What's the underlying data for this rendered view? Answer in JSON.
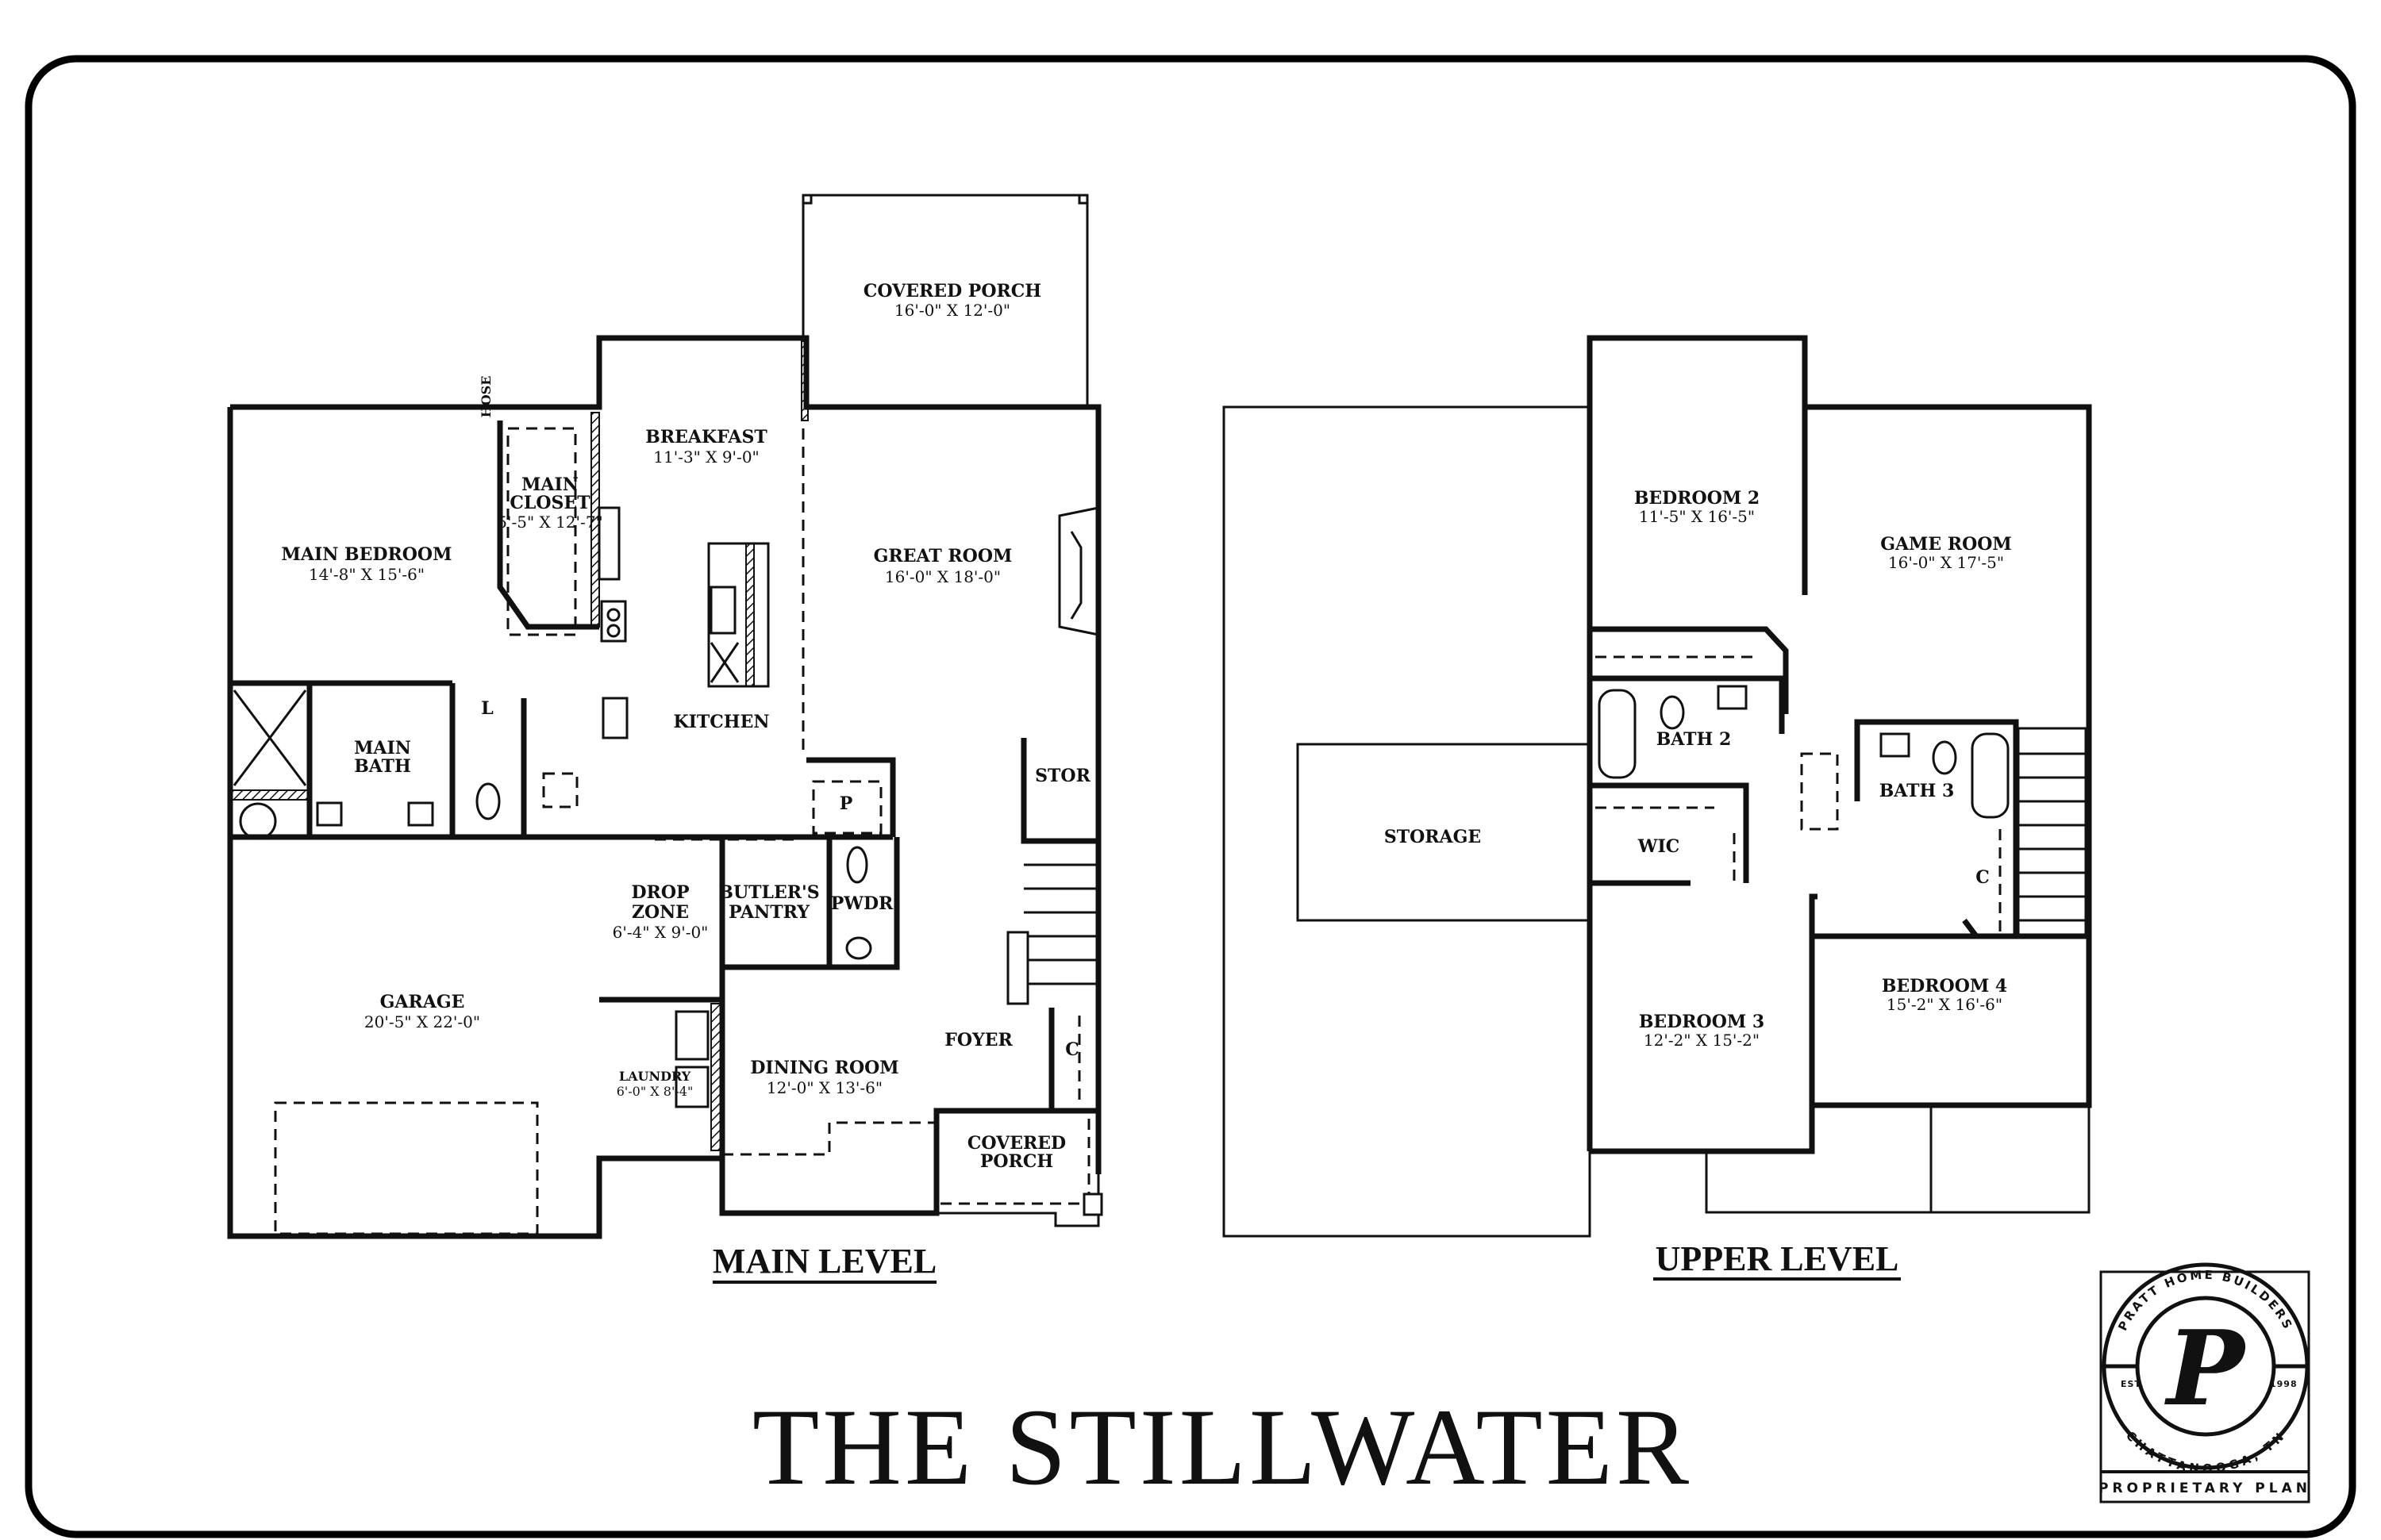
{
  "title": "THE STILLWATER",
  "main_level": {
    "label": "MAIN LEVEL",
    "rooms": {
      "covered_porch_rear": {
        "name": "COVERED PORCH",
        "dims": "16'-0\" X 12'-0\""
      },
      "breakfast": {
        "name": "BREAKFAST",
        "dims": "11'-3\" X 9'-0\""
      },
      "main_closet": {
        "name1": "MAIN",
        "name2": "CLOSET",
        "dims": "5'-5\" X 12'-7\""
      },
      "main_bedroom": {
        "name": "MAIN BEDROOM",
        "dims": "14'-8\" X 15'-6\""
      },
      "great_room": {
        "name": "GREAT ROOM",
        "dims": "16'-0\" X 18'-0\""
      },
      "kitchen": {
        "name": "KITCHEN"
      },
      "main_bath": {
        "name1": "MAIN",
        "name2": "BATH"
      },
      "stor": {
        "name": "STOR"
      },
      "pantry": {
        "name": "P"
      },
      "drop_zone": {
        "name1": "DROP",
        "name2": "ZONE",
        "dims": "6'-4\" X 9'-0\""
      },
      "butlers_pantry": {
        "name1": "BUTLER'S",
        "name2": "PANTRY"
      },
      "powder": {
        "name": "PWDR"
      },
      "garage": {
        "name": "GARAGE",
        "dims": "20'-5\" X 22'-0\""
      },
      "foyer": {
        "name": "FOYER"
      },
      "coat_closet": {
        "name": "C"
      },
      "laundry": {
        "name": "LAUNDRY",
        "dims": "6'-0\" X 8'-4\""
      },
      "dining_room": {
        "name": "DINING ROOM",
        "dims": "12'-0\" X 13'-6\""
      },
      "covered_porch_front": {
        "name1": "COVERED",
        "name2": "PORCH"
      },
      "closet_lt": {
        "name": "L"
      },
      "hose": {
        "name": "HOSE"
      }
    }
  },
  "upper_level": {
    "label": "UPPER LEVEL",
    "rooms": {
      "bedroom_2": {
        "name": "BEDROOM 2",
        "dims": "11'-5\" X 16'-5\""
      },
      "game_room": {
        "name": "GAME ROOM",
        "dims": "16'-0\" X 17'-5\""
      },
      "storage": {
        "name": "STORAGE"
      },
      "bath_2": {
        "name": "BATH 2"
      },
      "wic": {
        "name": "WIC"
      },
      "bath_3": {
        "name": "BATH 3"
      },
      "closet_c": {
        "name": "C"
      },
      "bedroom_4": {
        "name": "BEDROOM 4",
        "dims": "15'-2\" X 16'-6\""
      },
      "bedroom_3": {
        "name": "BEDROOM 3",
        "dims": "12'-2\" X 15'-2\""
      }
    }
  },
  "logo": {
    "company": "PRATT HOME BUILDERS",
    "location": "CHATTANOOGA, TN",
    "est": "EST.",
    "year": "1998",
    "monogram": "P",
    "band": "PROPRIETARY PLAN"
  }
}
